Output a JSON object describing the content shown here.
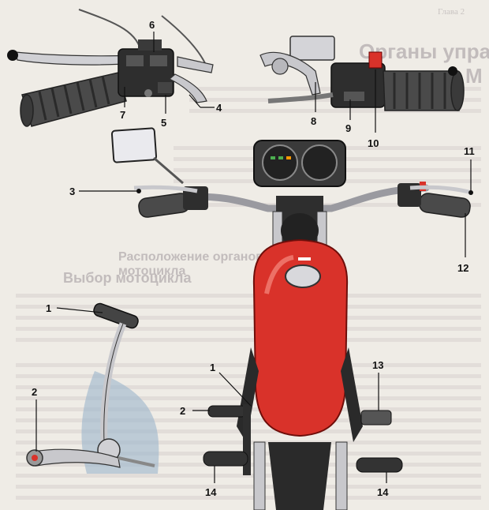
{
  "page_corner_label": "Глава 2",
  "faded_headings": {
    "right_top_a": "Органы упра",
    "right_top_b": "М",
    "mid_a": "Расположение органов управления",
    "mid_b": "мотоцикла",
    "mid_c": "Выбор мотоцикла"
  },
  "callouts": [
    {
      "id": "c6",
      "label": "6"
    },
    {
      "id": "c7",
      "label": "7"
    },
    {
      "id": "c5",
      "label": "5"
    },
    {
      "id": "c4",
      "label": "4"
    },
    {
      "id": "c8",
      "label": "8"
    },
    {
      "id": "c9",
      "label": "9"
    },
    {
      "id": "c10",
      "label": "10"
    },
    {
      "id": "c3",
      "label": "3"
    },
    {
      "id": "c11",
      "label": "11"
    },
    {
      "id": "c12",
      "label": "12"
    },
    {
      "id": "c1a",
      "label": "1"
    },
    {
      "id": "c2a",
      "label": "2"
    },
    {
      "id": "c1b",
      "label": "1"
    },
    {
      "id": "c2b",
      "label": "2"
    },
    {
      "id": "c13",
      "label": "13"
    },
    {
      "id": "c14a",
      "label": "14"
    },
    {
      "id": "c14b",
      "label": "14"
    }
  ],
  "colors": {
    "tank_red": "#d9322a",
    "grip_dark": "#3a3a3a",
    "chrome": "#c8c8cc",
    "callout": "#111111"
  }
}
